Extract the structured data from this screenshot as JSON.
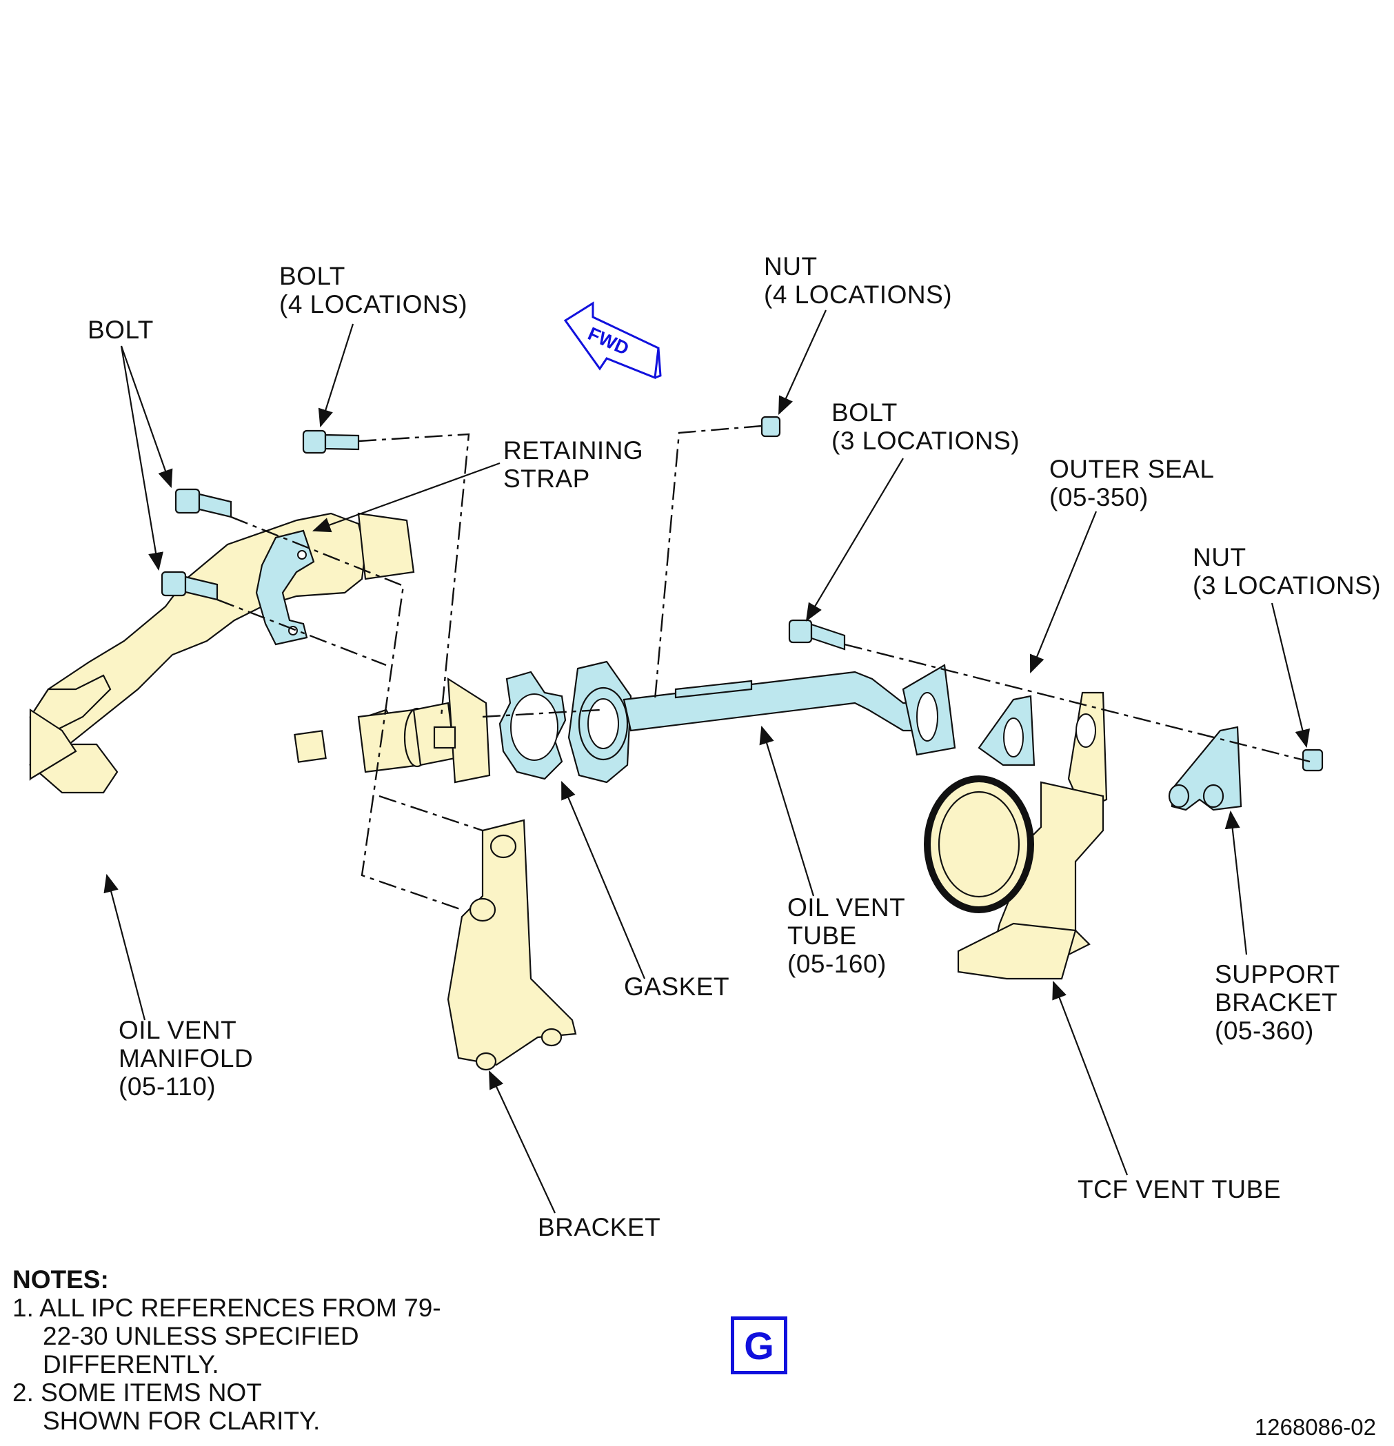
{
  "labels": {
    "bolt_single": "BOLT",
    "bolt_4": "BOLT\n(4 LOCATIONS)",
    "nut_4": "NUT\n(4 LOCATIONS)",
    "bolt_3": "BOLT\n(3 LOCATIONS)",
    "retaining_strap": "RETAINING\nSTRAP",
    "outer_seal": "OUTER SEAL\n(05-350)",
    "nut_3": "NUT\n(3 LOCATIONS)",
    "oil_vent_tube": "OIL VENT\nTUBE\n(05-160)",
    "gasket": "GASKET",
    "support_bracket": "SUPPORT\nBRACKET\n(05-360)",
    "oil_vent_manifold": "OIL VENT\nMANIFOLD\n(05-110)",
    "bracket": "BRACKET",
    "tcf_vent_tube": "TCF VENT TUBE",
    "fwd": "FWD"
  },
  "notes": {
    "title": "NOTES:",
    "items": [
      "1. ALL IPC REFERENCES FROM 79-22-30 UNLESS SPECIFIED DIFFERENTLY.",
      "2. SOME ITEMS NOT SHOWN FOR CLARITY."
    ]
  },
  "sheet_letter": "G",
  "figure_id": "1268086-02",
  "colors": {
    "part_yellow": "#fbf4c6",
    "part_blue": "#bde7ee",
    "accent_blue": "#1111dd"
  }
}
